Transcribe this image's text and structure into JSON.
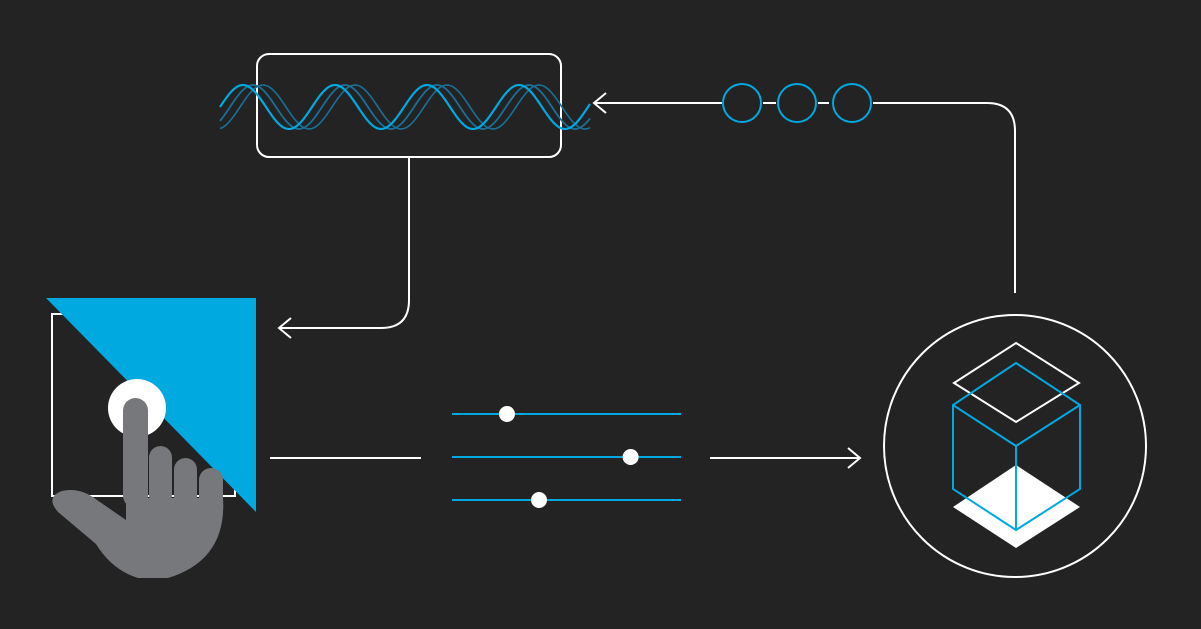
{
  "colors": {
    "background": "#232323",
    "line": "#ffffff",
    "accent": "#00a9e0",
    "hand": "#77787b",
    "wave_dim": "#1b6f94"
  },
  "components": {
    "signal_box": {
      "icon": "sine-wave-icon"
    },
    "data_packets": {
      "icon": "circle-chain-icon",
      "count": 3
    },
    "touch_panel": {
      "icon": "touch-hand-icon"
    },
    "sliders": {
      "icon": "slider-controls-icon",
      "levels": [
        0.24,
        0.78,
        0.38
      ]
    },
    "cube_node": {
      "icon": "cube-icon"
    }
  }
}
